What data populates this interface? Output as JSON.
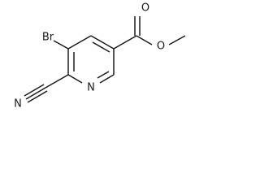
{
  "structure": {
    "atoms": {
      "br": "Br",
      "n_ring": "N",
      "n_nitrile": "N",
      "o_carbonyl": "O",
      "o_ester": "O"
    }
  },
  "colors": {
    "ink": "#1a1a1a",
    "background": "#ffffff"
  }
}
